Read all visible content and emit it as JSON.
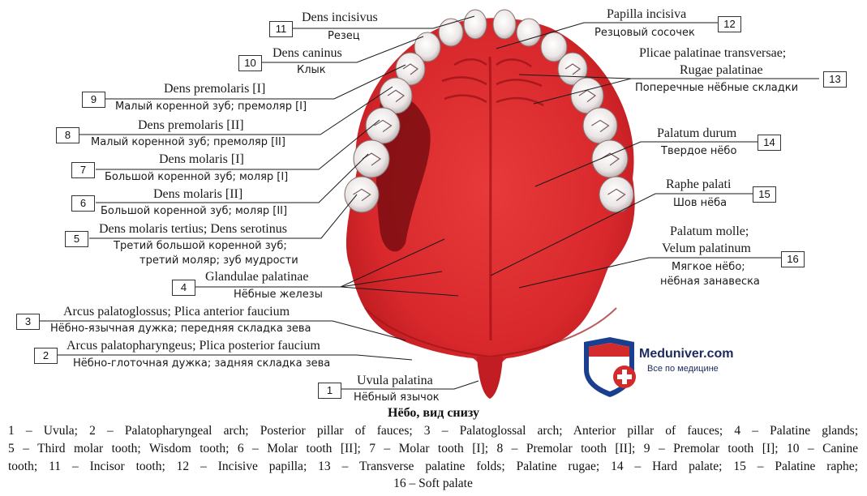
{
  "figure": {
    "title": "Нёбо, вид снизу",
    "caption_lines": [
      "1 – Uvula; 2 – Palatopharyngeal arch; Posterior pillar of fauces; 3 – Palatoglossal arch; Anterior pillar of fauces; 4 – Palatine glands;",
      "5 – Third molar tooth; Wisdom tooth; 6 – Molar tooth [II]; 7 – Molar tooth [I]; 8 – Premolar tooth [II]; 9 – Premolar tooth [I]; 10 – Canine",
      "tooth; 11 – Incisor tooth; 12 – Incisive papilla; 13 – Transverse palatine folds; Palatine rugae; 14 – Hard palate; 15 – Palatine raphe;",
      "16 – Soft palate"
    ]
  },
  "labels": [
    {
      "num": "11",
      "latin": "Dens incisivus",
      "russian": "Резец"
    },
    {
      "num": "10",
      "latin": "Dens caninus",
      "russian": "Клык"
    },
    {
      "num": "9",
      "latin": "Dens premolaris [I]",
      "russian": "Малый коренной зуб; премоляр [I]"
    },
    {
      "num": "8",
      "latin": "Dens premolaris [II]",
      "russian": "Малый коренной зуб; премоляр [II]"
    },
    {
      "num": "7",
      "latin": "Dens molaris [I]",
      "russian": "Большой коренной зуб; моляр [I]"
    },
    {
      "num": "6",
      "latin": "Dens molaris [II]",
      "russian": "Большой коренной зуб; моляр [II]"
    },
    {
      "num": "5",
      "latin": "Dens molaris tertius; Dens serotinus",
      "russian": "Третий большой коренной зуб;",
      "russian2": "третий моляр; зуб мудрости"
    },
    {
      "num": "4",
      "latin": "Glandulae palatinae",
      "russian": "Нёбные железы"
    },
    {
      "num": "3",
      "latin": "Arcus palatoglossus; Plica anterior faucium",
      "russian": "Нёбно-язычная дужка; передняя складка зева"
    },
    {
      "num": "2",
      "latin": "Arcus palatopharyngeus; Plica posterior faucium",
      "russian": "Нёбно-глоточная дужка; задняя складка зева"
    },
    {
      "num": "1",
      "latin": "Uvula palatina",
      "russian": "Нёбный язычок"
    },
    {
      "num": "12",
      "latin": "Papilla incisiva",
      "russian": "Резцовый сосочек"
    },
    {
      "num": "13",
      "latin": "Plicae palatinae transversae;",
      "latin2": "Rugae palatinae",
      "russian": "Поперечные нёбные складки"
    },
    {
      "num": "14",
      "latin": "Palatum durum",
      "russian": "Твердое нёбо"
    },
    {
      "num": "15",
      "latin": "Raphe palati",
      "russian": "Шов нёба"
    },
    {
      "num": "16",
      "latin": "Palatum molle;",
      "latin2": "Velum palatinum",
      "russian": "Мягкое нёбо;",
      "russian2": "нёбная занавеска"
    }
  ],
  "watermark": {
    "name": "Meduniver.com",
    "tagline": "Все по медицине"
  },
  "colors": {
    "palate": "#d8282c",
    "palate_dark": "#8e1014",
    "tooth": "#f2eeee",
    "shield_blue": "#1b3f8f",
    "shield_red": "#d32b2b"
  }
}
